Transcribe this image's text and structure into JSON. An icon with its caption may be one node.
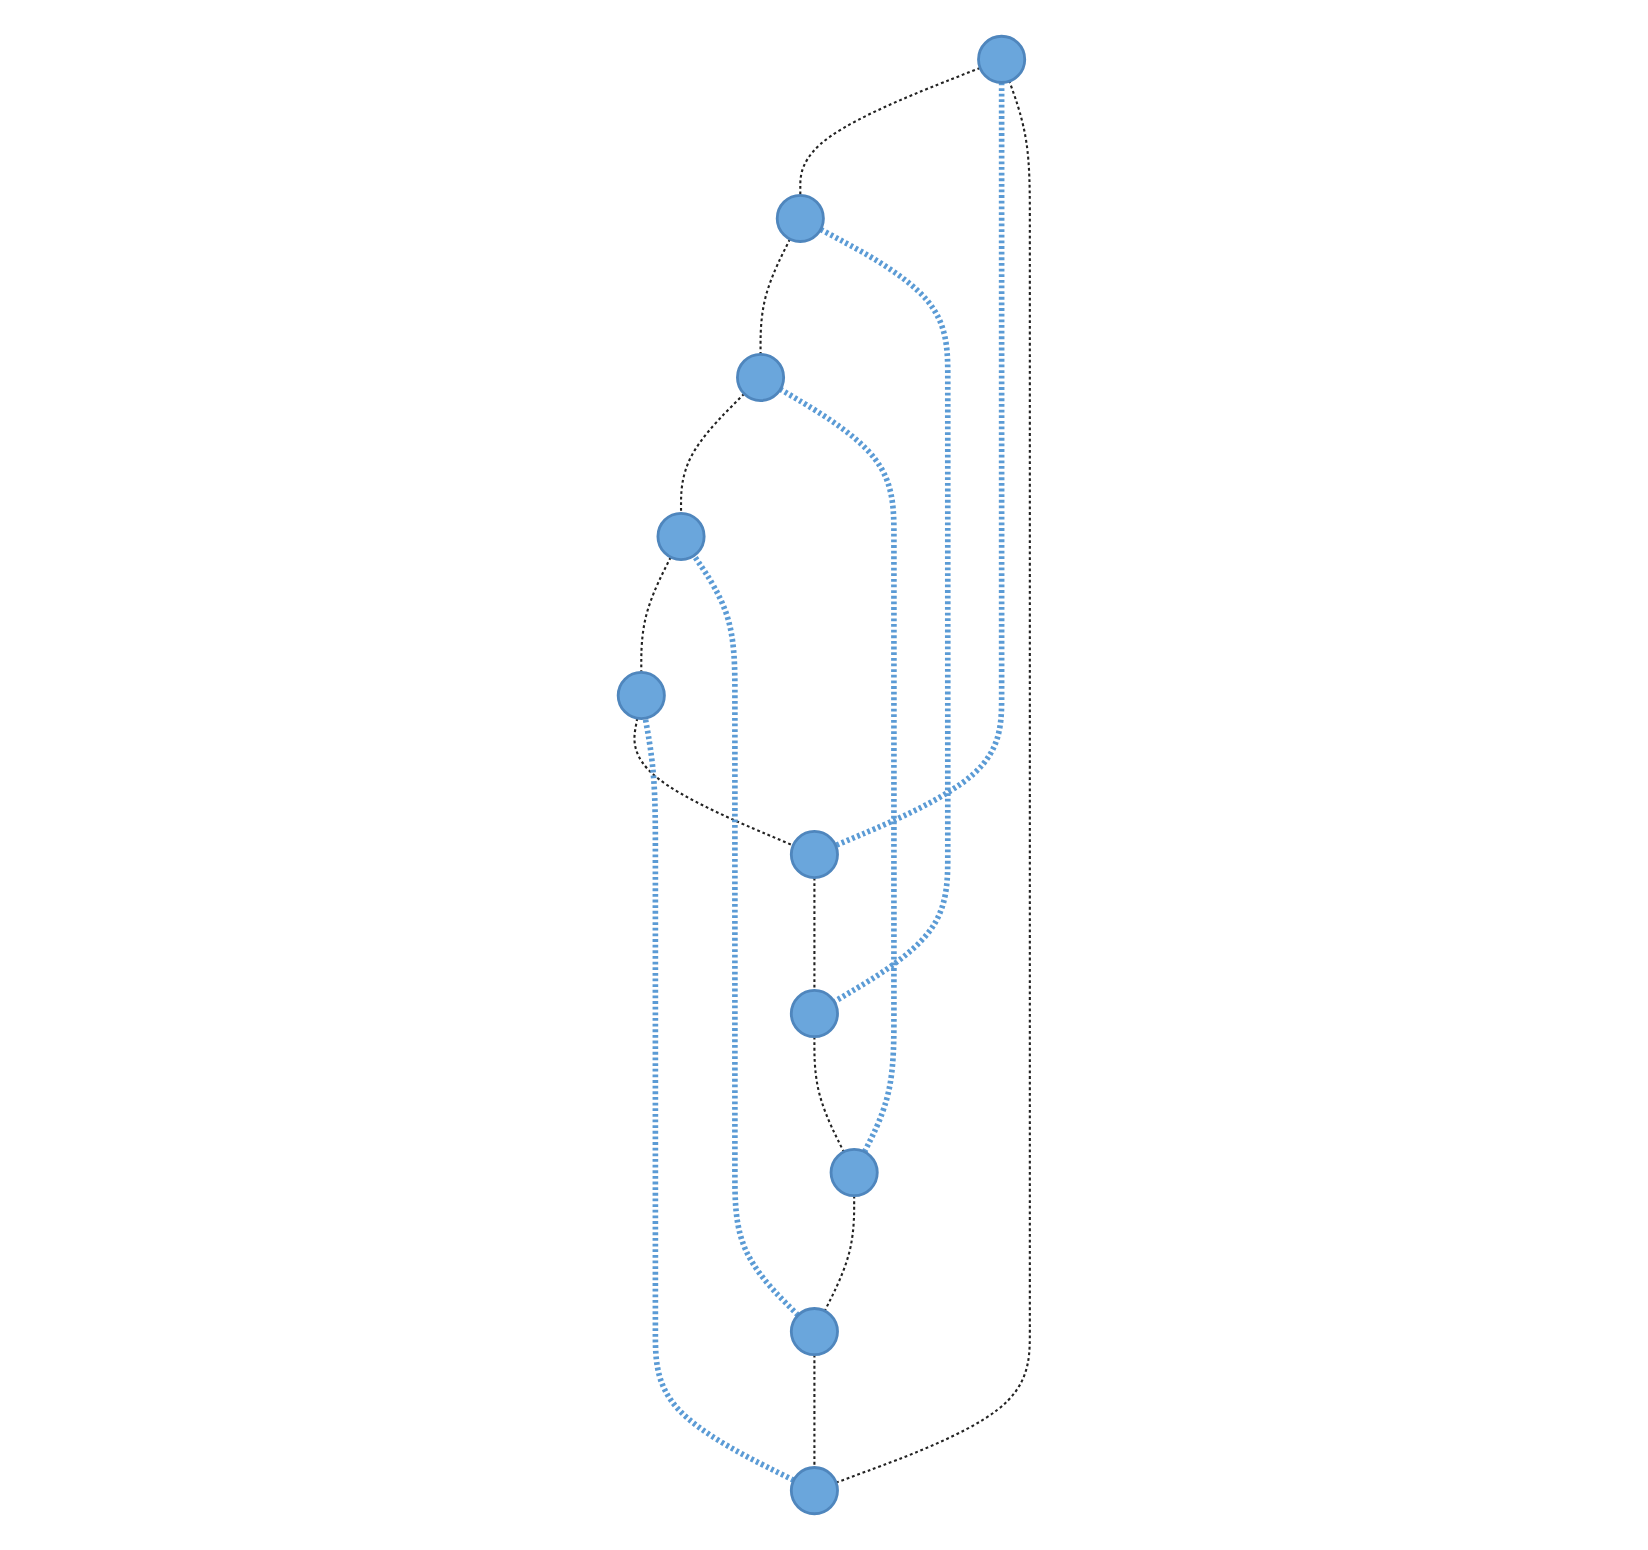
{
  "diagram": {
    "nodes": [
      {
        "text": [],
        "shape": "circle"
      },
      {
        "text": [],
        "shape": "circle"
      },
      {
        "text": [],
        "shape": "circle"
      },
      {
        "text": [],
        "shape": "circle"
      },
      {
        "text": [],
        "shape": "circle"
      },
      {
        "text": [],
        "shape": "circle"
      },
      {
        "text": [],
        "shape": "circle"
      },
      {
        "text": [],
        "shape": "circle"
      },
      {
        "text": [],
        "shape": "circle"
      },
      {
        "text": [],
        "shape": "circle"
      }
    ],
    "edges": [
      {
        "from": 0,
        "to": 1,
        "arrow": "none",
        "style": "dashed"
      },
      {
        "from": 1,
        "to": 3,
        "arrow": "none",
        "style": "dashed"
      },
      {
        "from": 3,
        "to": 5,
        "arrow": "none",
        "style": "dashed"
      },
      {
        "from": 5,
        "to": 7,
        "arrow": "none",
        "style": "dashed"
      },
      {
        "from": 7,
        "to": 9,
        "arrow": "none",
        "style": "dashed"
      },
      {
        "from": 9,
        "to": 8,
        "arrow": "none",
        "style": "dashed"
      },
      {
        "from": 8,
        "to": 6,
        "arrow": "none",
        "style": "dashed"
      },
      {
        "from": 6,
        "to": 4,
        "arrow": "none",
        "style": "dashed"
      },
      {
        "from": 4,
        "to": 2,
        "arrow": "none",
        "style": "dashed"
      },
      {
        "from": 2,
        "to": 0,
        "arrow": "none",
        "style": "dashed"
      },
      {
        "from": 0,
        "to": 9,
        "arrow": "none",
        "style": "dashed",
        "color": "#5b9bd5"
      },
      {
        "from": 1,
        "to": 8,
        "arrow": "none",
        "style": "dashed",
        "color": "#5b9bd5"
      },
      {
        "from": 2,
        "to": 7,
        "arrow": "none",
        "style": "dashed",
        "color": "#5b9bd5"
      },
      {
        "from": 4,
        "to": 5,
        "arrow": "none",
        "style": "dashed",
        "color": "#5b9bd5"
      },
      {
        "from": 6,
        "to": 3,
        "arrow": "none",
        "style": "dashed",
        "color": "#5b9bd5"
      }
    ]
  }
}
